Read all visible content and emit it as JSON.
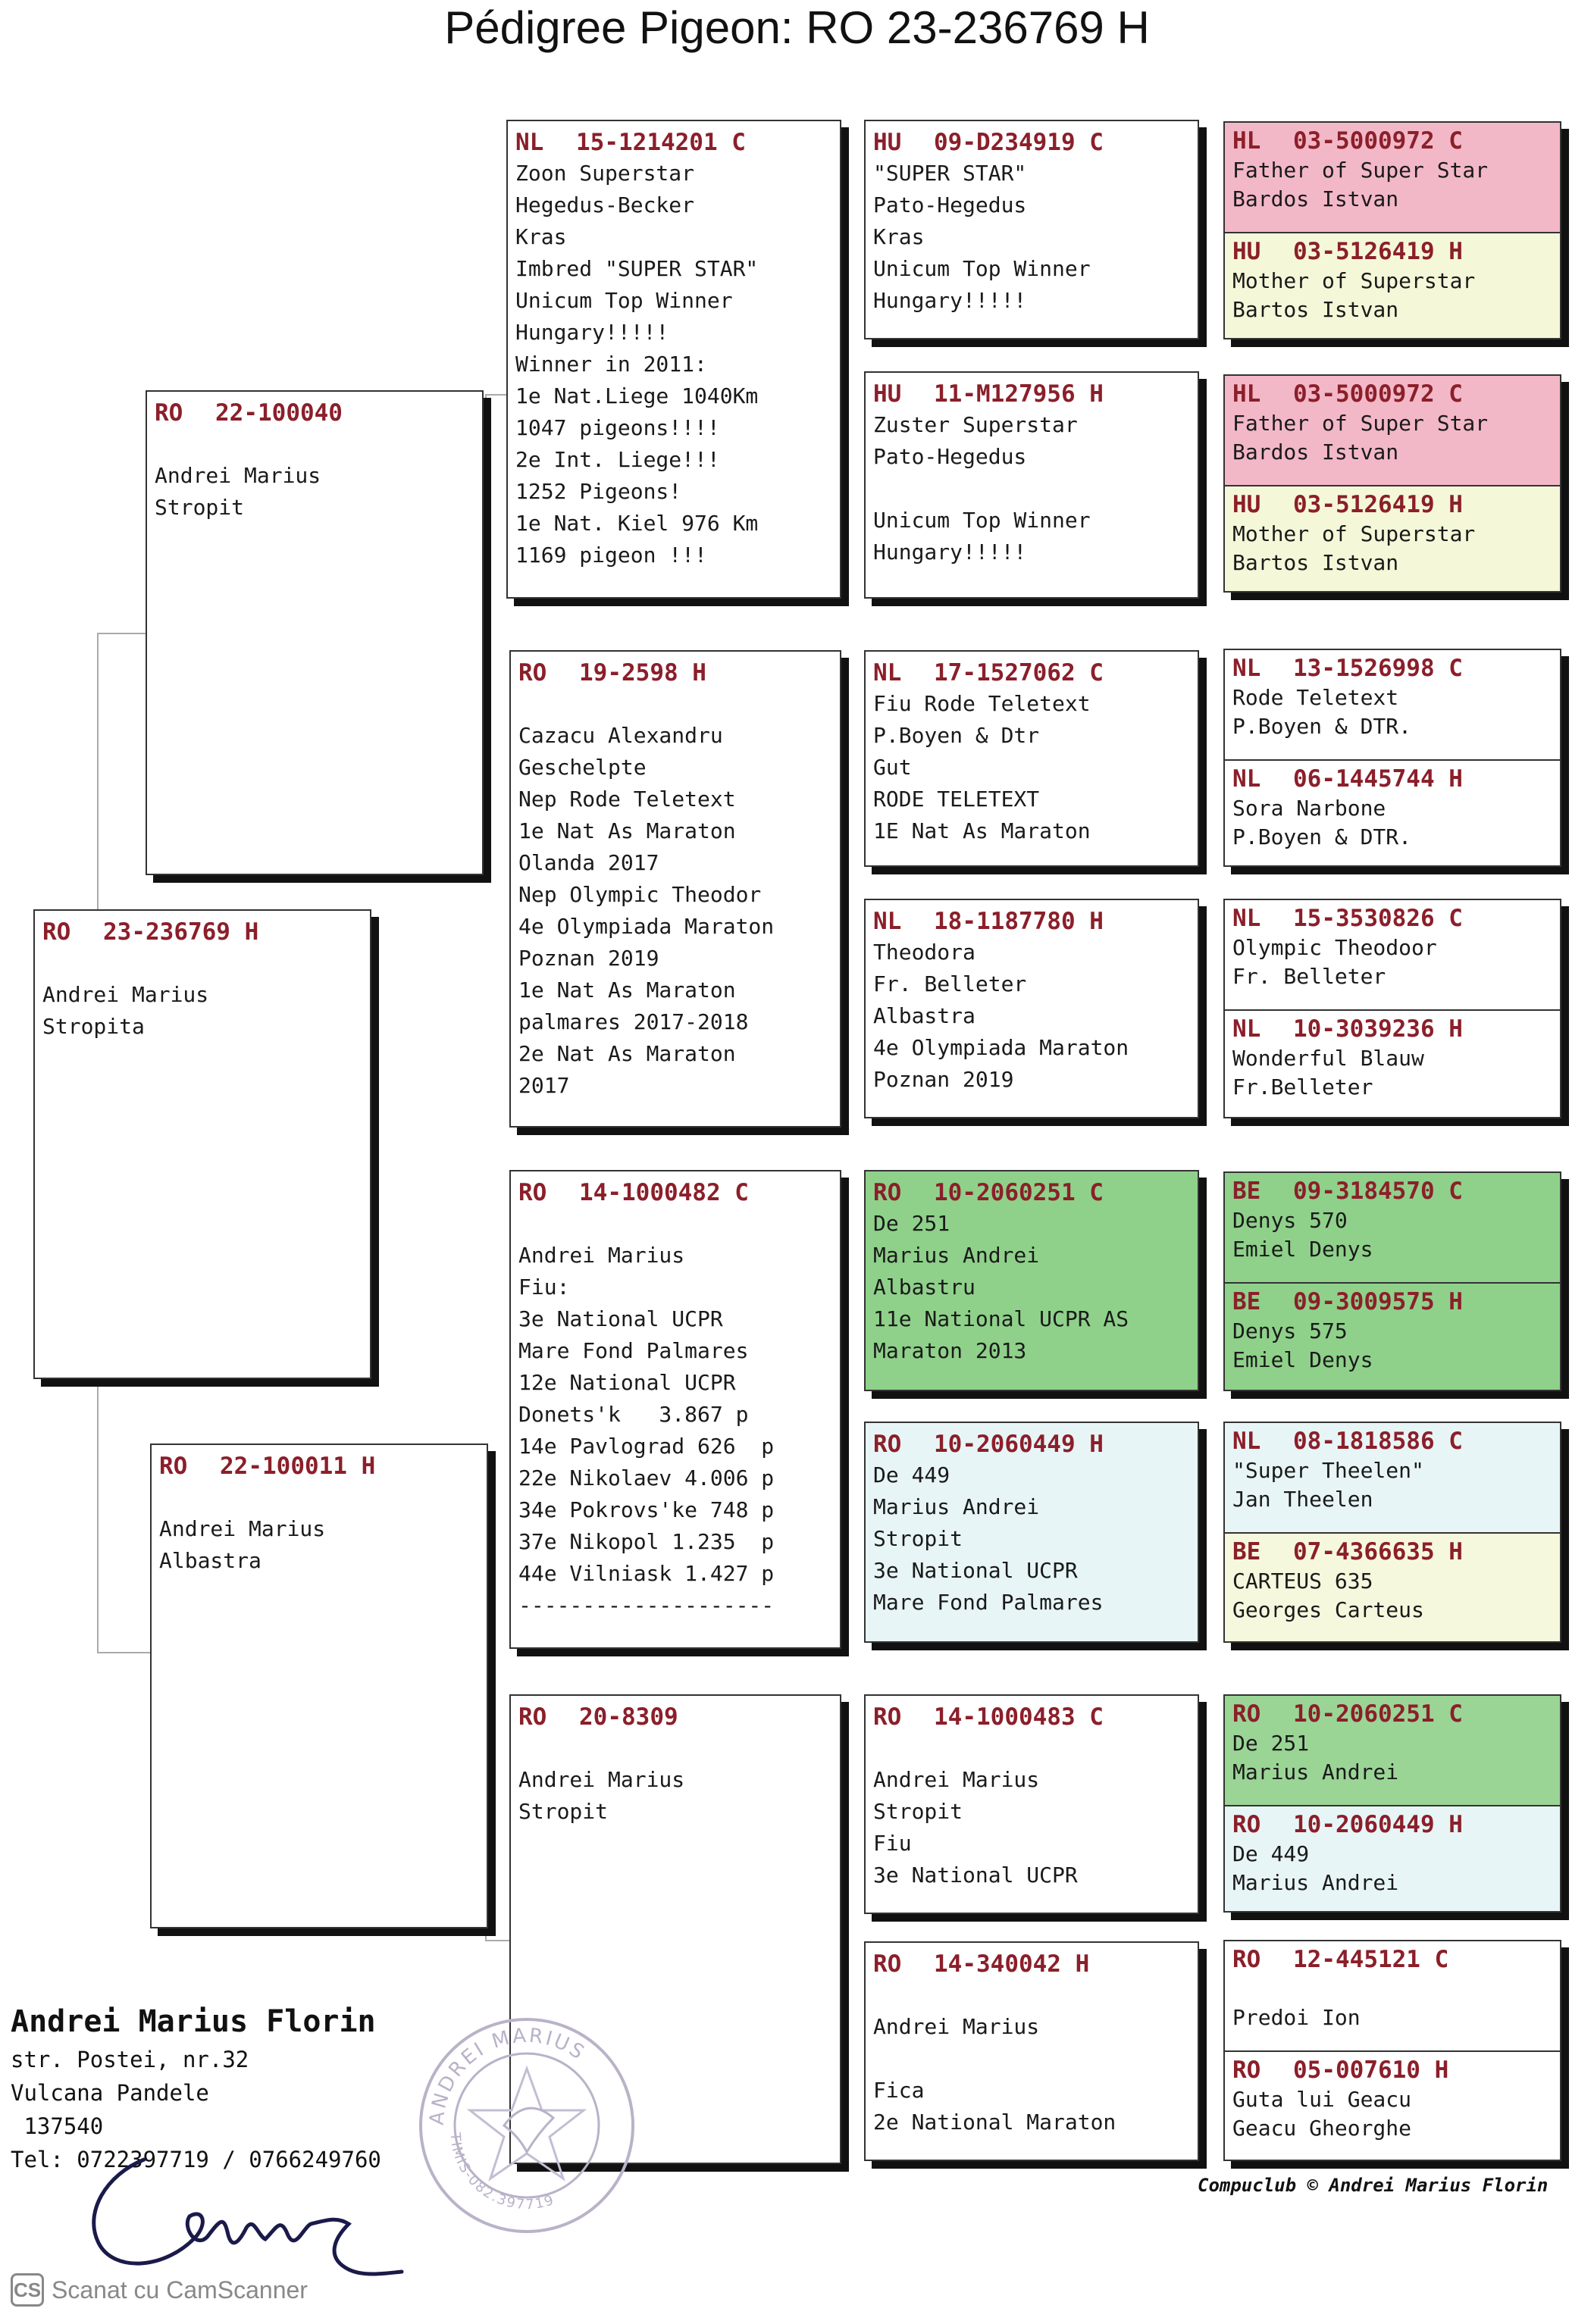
{
  "title": "Pédigree Pigeon: RO  23-236769 H",
  "subject": {
    "cc": "RO",
    "ring": "23-236769 H",
    "lines": [
      "",
      "Andrei Marius",
      "Stropita"
    ]
  },
  "sire": {
    "cc": "RO",
    "ring": "22-100040",
    "lines": [
      "",
      "Andrei Marius",
      "Stropit"
    ]
  },
  "dam": {
    "cc": "RO",
    "ring": "22-100011 H",
    "lines": [
      "",
      "Andrei Marius",
      "Albastra"
    ]
  },
  "gen3": [
    {
      "cc": "NL",
      "ring": "15-1214201 C",
      "lines": [
        "Zoon Superstar",
        "Hegedus-Becker",
        "Kras",
        "Imbred \"SUPER STAR\"",
        "Unicum Top Winner",
        "Hungary!!!!!",
        "Winner in 2011:",
        "1e Nat.Liege 1040Km",
        "1047 pigeons!!!!",
        "2e Int. Liege!!!",
        "1252 Pigeons!",
        "1e Nat. Kiel 976 Km",
        "1169 pigeon !!!"
      ]
    },
    {
      "cc": "RO",
      "ring": "19-2598 H",
      "lines": [
        "",
        "Cazacu Alexandru",
        "Geschelpte",
        "Nep Rode Teletext",
        "1e Nat As Maraton",
        "Olanda 2017",
        "Nep Olympic Theodor",
        "4e Olympiada Maraton",
        "Poznan 2019",
        "1e Nat As Maraton",
        "palmares 2017-2018",
        "2e Nat As Maraton",
        "2017"
      ]
    },
    {
      "cc": "RO",
      "ring": "14-1000482 C",
      "lines": [
        "",
        "Andrei Marius",
        "Fiu:",
        "3e National UCPR",
        "Mare Fond Palmares",
        "12e National UCPR",
        "Donets'k   3.867 p",
        "14e Pavlograd 626  p",
        "22e Nikolaev 4.006 p",
        "34e Pokrovs'ke 748 p",
        "37e Nikopol 1.235  p",
        "44e Vilniask 1.427 p",
        "--------------------"
      ]
    },
    {
      "cc": "RO",
      "ring": "20-8309",
      "lines": [
        "",
        "Andrei Marius",
        "Stropit"
      ]
    }
  ],
  "gen4": [
    {
      "cc": "HU",
      "ring": "09-D234919 C",
      "lines": [
        "\"SUPER STAR\"",
        "Pato-Hegedus",
        "Kras",
        "Unicum Top Winner",
        "Hungary!!!!!"
      ]
    },
    {
      "cc": "HU",
      "ring": "11-M127956 H",
      "lines": [
        "Zuster Superstar",
        "Pato-Hegedus",
        "",
        "Unicum Top Winner",
        "Hungary!!!!!"
      ]
    },
    {
      "cc": "NL",
      "ring": "17-1527062 C",
      "lines": [
        "Fiu Rode Teletext",
        "P.Boyen & Dtr",
        "Gut",
        "RODE TELETEXT",
        "1E Nat As Maraton"
      ]
    },
    {
      "cc": "NL",
      "ring": "18-1187780 H",
      "lines": [
        "Theodora",
        "Fr. Belleter",
        "Albastra",
        "4e Olympiada Maraton",
        "Poznan 2019"
      ]
    },
    {
      "cc": "RO",
      "ring": "10-2060251 C",
      "lines": [
        "De 251",
        "Marius Andrei",
        "Albastru",
        "11e National UCPR AS",
        "Maraton 2013"
      ]
    },
    {
      "cc": "RO",
      "ring": "10-2060449 H",
      "lines": [
        "De 449",
        "Marius Andrei",
        "Stropit",
        "3e National UCPR",
        "Mare Fond Palmares"
      ]
    },
    {
      "cc": "RO",
      "ring": "14-1000483 C",
      "lines": [
        "",
        "Andrei Marius",
        "Stropit",
        "Fiu",
        "3e National UCPR"
      ]
    },
    {
      "cc": "RO",
      "ring": "14-340042 H",
      "lines": [
        "",
        "Andrei Marius",
        "",
        "Fica",
        "2e National Maraton"
      ]
    }
  ],
  "gen5": [
    {
      "cc": "HL",
      "ring": "03-5000972 C",
      "lines": [
        "Father of Super Star",
        "Bardos Istvan"
      ]
    },
    {
      "cc": "HU",
      "ring": "03-5126419 H",
      "lines": [
        "Mother of Superstar",
        "Bartos Istvan"
      ]
    },
    {
      "cc": "HL",
      "ring": "03-5000972 C",
      "lines": [
        "Father of Super Star",
        "Bardos Istvan"
      ]
    },
    {
      "cc": "HU",
      "ring": "03-5126419 H",
      "lines": [
        "Mother of Superstar",
        "Bartos Istvan"
      ]
    },
    {
      "cc": "NL",
      "ring": "13-1526998 C",
      "lines": [
        "Rode Teletext",
        "P.Boyen & DTR."
      ]
    },
    {
      "cc": "NL",
      "ring": "06-1445744 H",
      "lines": [
        "Sora Narbone",
        "P.Boyen & DTR."
      ]
    },
    {
      "cc": "NL",
      "ring": "15-3530826 C",
      "lines": [
        "Olympic Theodoor",
        "Fr. Belleter"
      ]
    },
    {
      "cc": "NL",
      "ring": "10-3039236 H",
      "lines": [
        "Wonderful Blauw",
        "Fr.Belleter"
      ]
    },
    {
      "cc": "BE",
      "ring": "09-3184570 C",
      "lines": [
        "Denys 570",
        "Emiel Denys"
      ]
    },
    {
      "cc": "BE",
      "ring": "09-3009575 H",
      "lines": [
        "Denys 575",
        "Emiel Denys"
      ]
    },
    {
      "cc": "NL",
      "ring": "08-1818586 C",
      "lines": [
        "\"Super Theelen\"",
        "Jan Theelen"
      ]
    },
    {
      "cc": "BE",
      "ring": "07-4366635 H",
      "lines": [
        "CARTEUS 635",
        "Georges Carteus"
      ]
    },
    {
      "cc": "RO",
      "ring": "10-2060251 C",
      "lines": [
        "De 251",
        "Marius Andrei"
      ]
    },
    {
      "cc": "RO",
      "ring": "10-2060449 H",
      "lines": [
        "De 449",
        "Marius Andrei"
      ]
    },
    {
      "cc": "RO",
      "ring": "12-445121 C",
      "lines": [
        "",
        "Predoi Ion"
      ]
    },
    {
      "cc": "RO",
      "ring": "05-007610 H",
      "lines": [
        "Guta lui Geacu",
        "Geacu Gheorghe"
      ]
    }
  ],
  "breeder": {
    "name": "Andrei Marius Florin",
    "address1": "str. Postei, nr.32",
    "address2": "Vulcana Pandele",
    "zip": " 137540",
    "tel": "Tel: 0722397719 / 0766249760"
  },
  "stamp_text": "ANDREI MARIUS",
  "stamp_code": "TIMIS-082.397719",
  "copyright": "Compuclub © Andrei Marius Florin",
  "scanner": {
    "logo": "CS",
    "text": "Scanat cu CamScanner"
  },
  "colors": {
    "ring_text": "#8b1f2a",
    "pink": "#f3b8c7",
    "pale_yellow": "#f4f8d8",
    "green": "#8fd18a",
    "light_blue": "#e8f5f6"
  }
}
